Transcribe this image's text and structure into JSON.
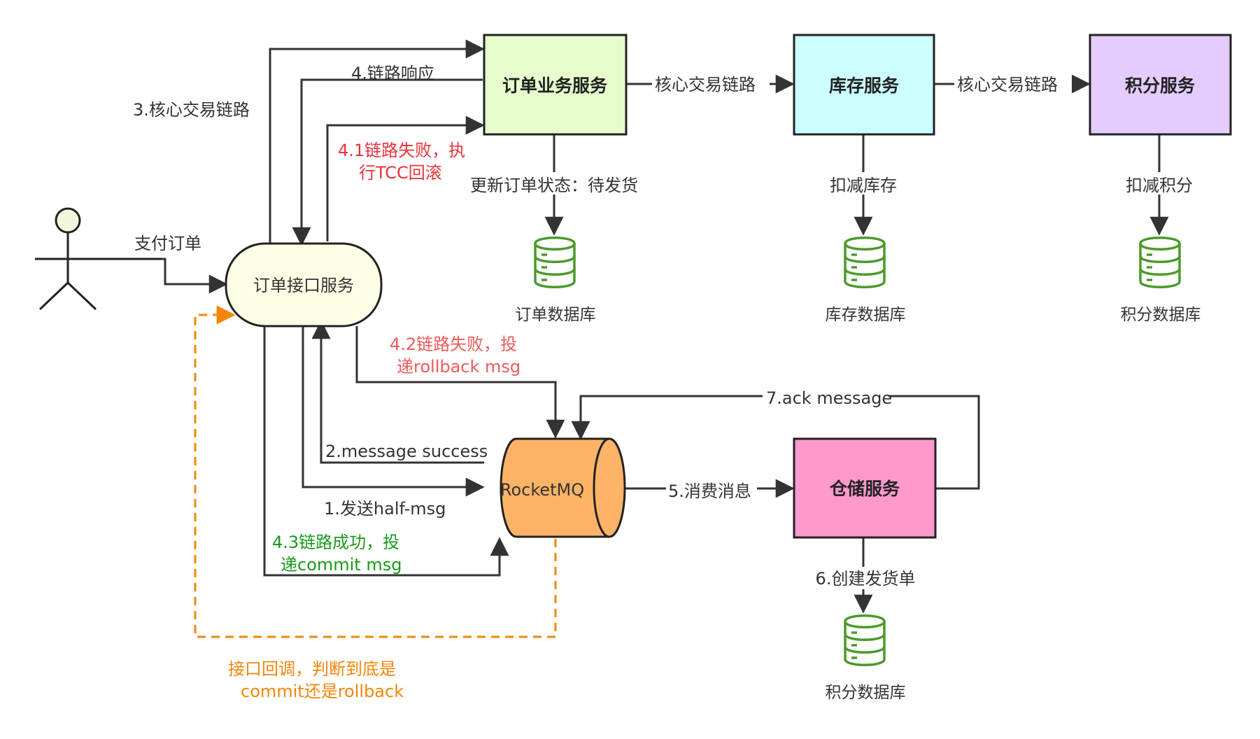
{
  "actor": {
    "label": "支付订单"
  },
  "nodes": {
    "order_api": "订单接口服务",
    "order_service": "订单业务服务",
    "inventory_service": "库存服务",
    "points_service": "积分服务",
    "rocketmq": "RocketMQ",
    "warehouse_service": "仓储服务"
  },
  "edges": {
    "core_chain_3": "3.核心交易链路",
    "chain_response_4": "4.链路响应",
    "chain_fail_41_line1": "4.1链路失败，执",
    "chain_fail_41_line2": "行TCC回滚",
    "core_chain_a": "核心交易链路",
    "core_chain_b": "核心交易链路",
    "update_order_status": "更新订单状态：待发货",
    "deduct_inventory": "扣减库存",
    "deduct_points": "扣减积分",
    "chain_fail_42_line1": "4.2链路失败，投",
    "chain_fail_42_line2": "递rollback msg",
    "ack_message": "7.ack message",
    "message_success": "2.message success",
    "send_half_msg": "1.发送half-msg",
    "consume_message": "5.消费消息",
    "chain_success_43_line1": "4.3链路成功，投",
    "chain_success_43_line2": "递commit msg",
    "create_shipment": "6.创建发货单",
    "callback_line1": "接口回调，判断到底是",
    "callback_line2": "commit还是rollback"
  },
  "databases": {
    "order_db": "订单数据库",
    "inventory_db": "库存数据库",
    "points_db_top": "积分数据库",
    "points_db_bottom": "积分数据库"
  },
  "colors": {
    "order_api_fill": "#fefee6",
    "order_service_fill": "#e6fccc",
    "inventory_service_fill": "#ccffff",
    "points_service_fill": "#e5ccff",
    "rocketmq_fill": "#ffb366",
    "warehouse_fill": "#ff99cc",
    "db_green": "#4c9a2a",
    "error_red": "#e8333a",
    "success_green": "#1a9a1a",
    "callback_orange": "#f5850a"
  }
}
